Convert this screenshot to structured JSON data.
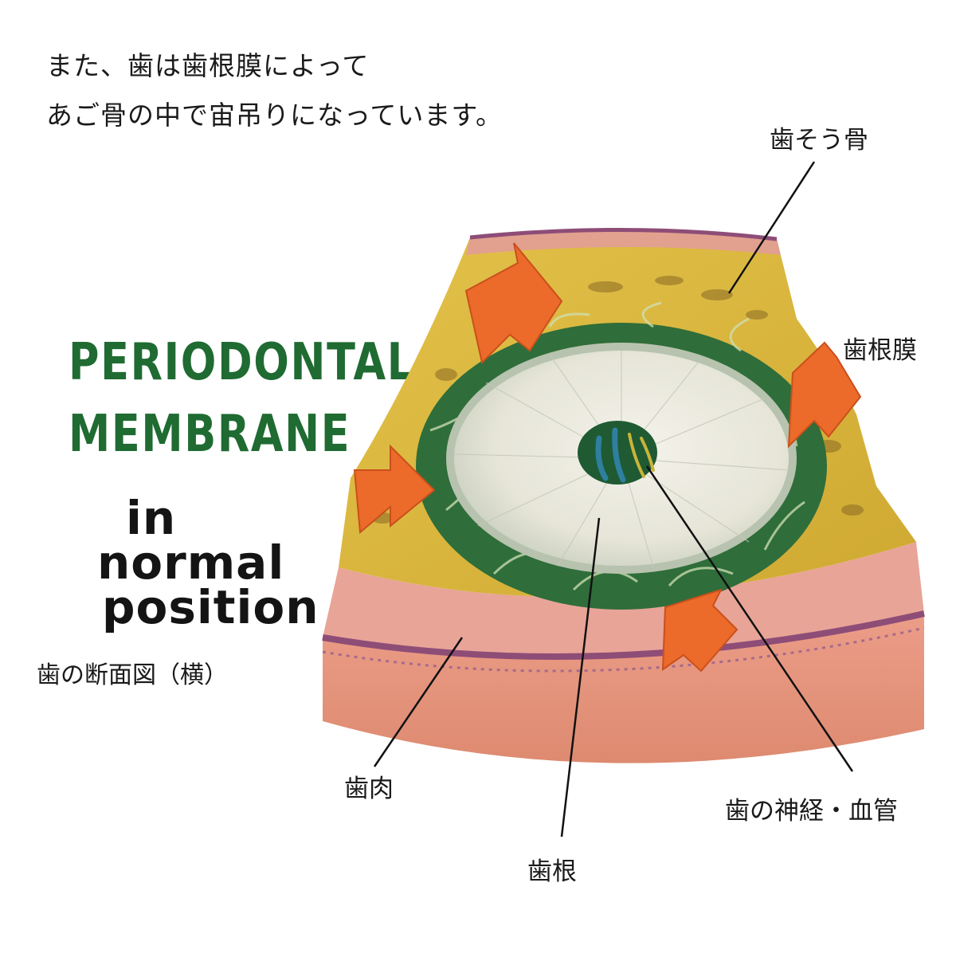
{
  "intro": {
    "line1": "また、歯は歯根膜によって",
    "line2": "あご骨の中で宙吊りになっています。"
  },
  "vintage_title": {
    "line1": "PERIODONTAL",
    "line2": "MEMBRANE",
    "line3": "in",
    "line4": "normal",
    "line5": "position"
  },
  "caption": "歯の断面図（横）",
  "labels": {
    "alveolar_bone": "歯そう骨",
    "periodontal_ligament": "歯根膜",
    "gum": "歯肉",
    "nerve_vessels": "歯の神経・血管",
    "root": "歯根"
  },
  "colors": {
    "bone_yellow": "#d9b63c",
    "membrane_green": "#2f6d3a",
    "arrow_orange": "#ec6a2a",
    "gum_pink": "#e39c8c",
    "root_cream": "#ecebe0",
    "title_green": "#1f6b32"
  }
}
